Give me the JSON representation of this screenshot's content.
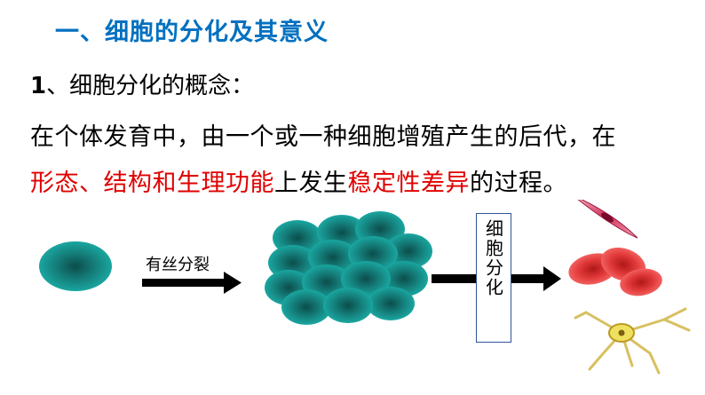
{
  "slide": {
    "title": "一、细胞的分化及其意义",
    "concept_number": "1",
    "concept_heading": "、细胞分化的概念：",
    "definition": {
      "line1": "在个体发育中，由一个或一种细胞增殖产生的后代，在",
      "line2_red1": "形态、结构和生理功能",
      "line2_black1": "上发生",
      "line2_red2": "稳定性差异",
      "line2_black2": "的过程。"
    }
  },
  "diagram": {
    "mitosis_label": "有丝分裂",
    "differentiation_label": "细胞分化"
  },
  "colors": {
    "title": "#0070c0",
    "highlight": "#e00000",
    "cell": "#1a9a96",
    "cell_dark": "#0b4d4b",
    "red_blood_cell": "#e03030",
    "arrow": "#000000"
  }
}
